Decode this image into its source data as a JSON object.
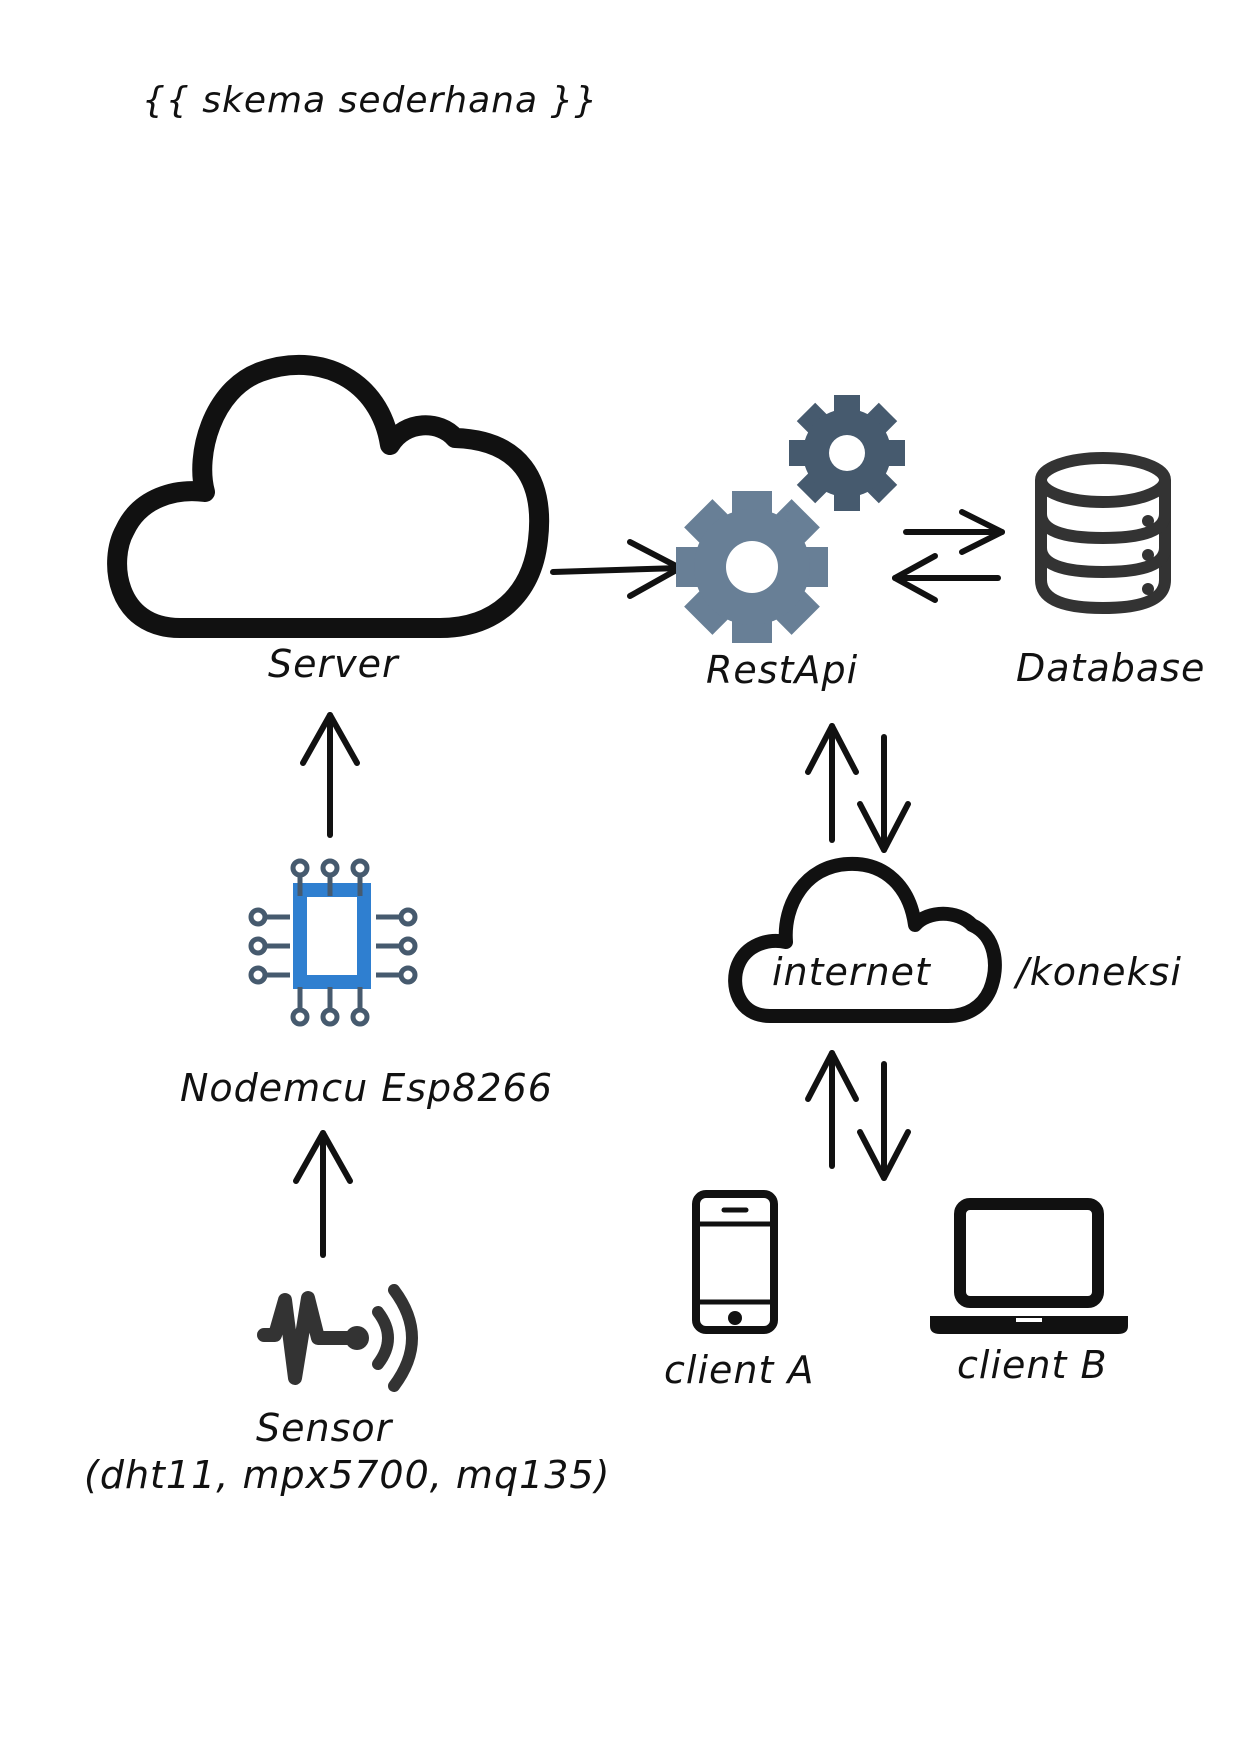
{
  "title": "{{ skema sederhana }}",
  "nodes": {
    "server": {
      "label": "Server",
      "icon": "cloud-icon"
    },
    "restapi": {
      "label": "RestApi",
      "icon": "gears-icon"
    },
    "database": {
      "label": "Database",
      "icon": "database-icon"
    },
    "nodemcu": {
      "label": "Nodemcu Esp8266",
      "icon": "microchip-icon"
    },
    "sensor": {
      "label": "Sensor",
      "sublabel": "(dht11, mpx5700, mq135)",
      "icon": "sensor-signal-icon"
    },
    "internet": {
      "label": "internet",
      "icon": "cloud-icon"
    },
    "koneksi": {
      "label": "/koneksi"
    },
    "client_a": {
      "label": "client A",
      "icon": "smartphone-icon"
    },
    "client_b": {
      "label": "client B",
      "icon": "laptop-icon"
    }
  },
  "colors": {
    "stroke": "#111111",
    "gear_light": "#687f96",
    "gear_dark": "#465a6e",
    "chip_blue": "#2f7fd0",
    "chip_gray": "#465a6e",
    "db_gray": "#333333"
  }
}
